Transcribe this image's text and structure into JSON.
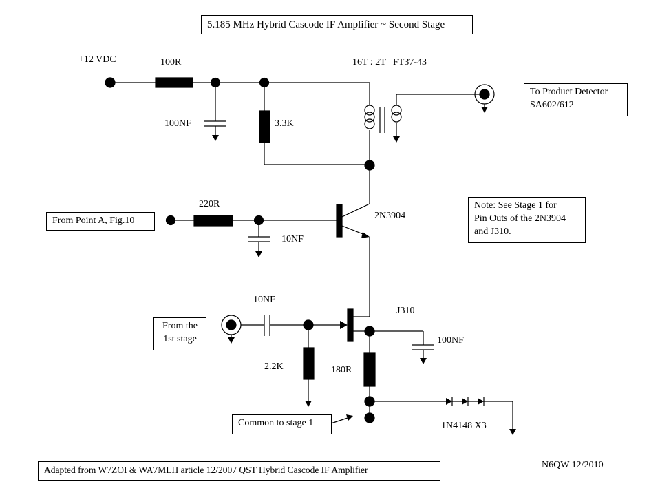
{
  "title": "5.185 MHz Hybrid Cascode IF Amplifier ~ Second Stage",
  "labels": {
    "supply": "+12 VDC",
    "r_100": "100R",
    "c_100nf_top": "100NF",
    "r_3k3": "3.3K",
    "transformer": "16T : 2T   FT37-43",
    "r_220": "220R",
    "c_10nf_base": "10NF",
    "bjt": "2N3904",
    "c_10nf_input": "10NF",
    "jfet": "J310",
    "c_100nf_source": "100NF",
    "r_2k2": "2.2K",
    "r_180": "180R",
    "diodes": "1N4148 X3",
    "credit": "N6QW 12/2010"
  },
  "boxes": {
    "to_product_detector": [
      "To Product Detector",
      "SA602/612"
    ],
    "from_point_a": "From Point A, Fig.10",
    "note": [
      "Note: See Stage 1 for",
      "Pin Outs of the 2N3904",
      "and J310."
    ],
    "from_first_stage": [
      "From the",
      "1st stage"
    ],
    "common_stage1": "Common to stage 1",
    "adapted": "Adapted from W7ZOI & WA7MLH article 12/2007 QST  Hybrid Cascode IF Amplifier"
  },
  "colors": {
    "ink": "#000000",
    "background": "#ffffff"
  }
}
